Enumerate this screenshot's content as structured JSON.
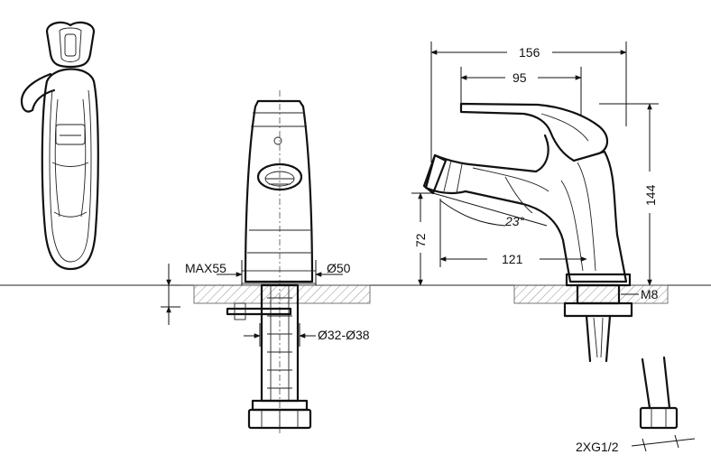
{
  "dimensions": {
    "max_height": "MAX55",
    "base_diameter": "Ø50",
    "hole_diameter": "Ø32-Ø38",
    "total_length": "156",
    "lever_length": "95",
    "total_height": "144",
    "spout_height": "72",
    "spout_angle": "23°",
    "spout_reach": "121",
    "thread_stud": "M8",
    "hose_connection": "2XG1/2"
  }
}
